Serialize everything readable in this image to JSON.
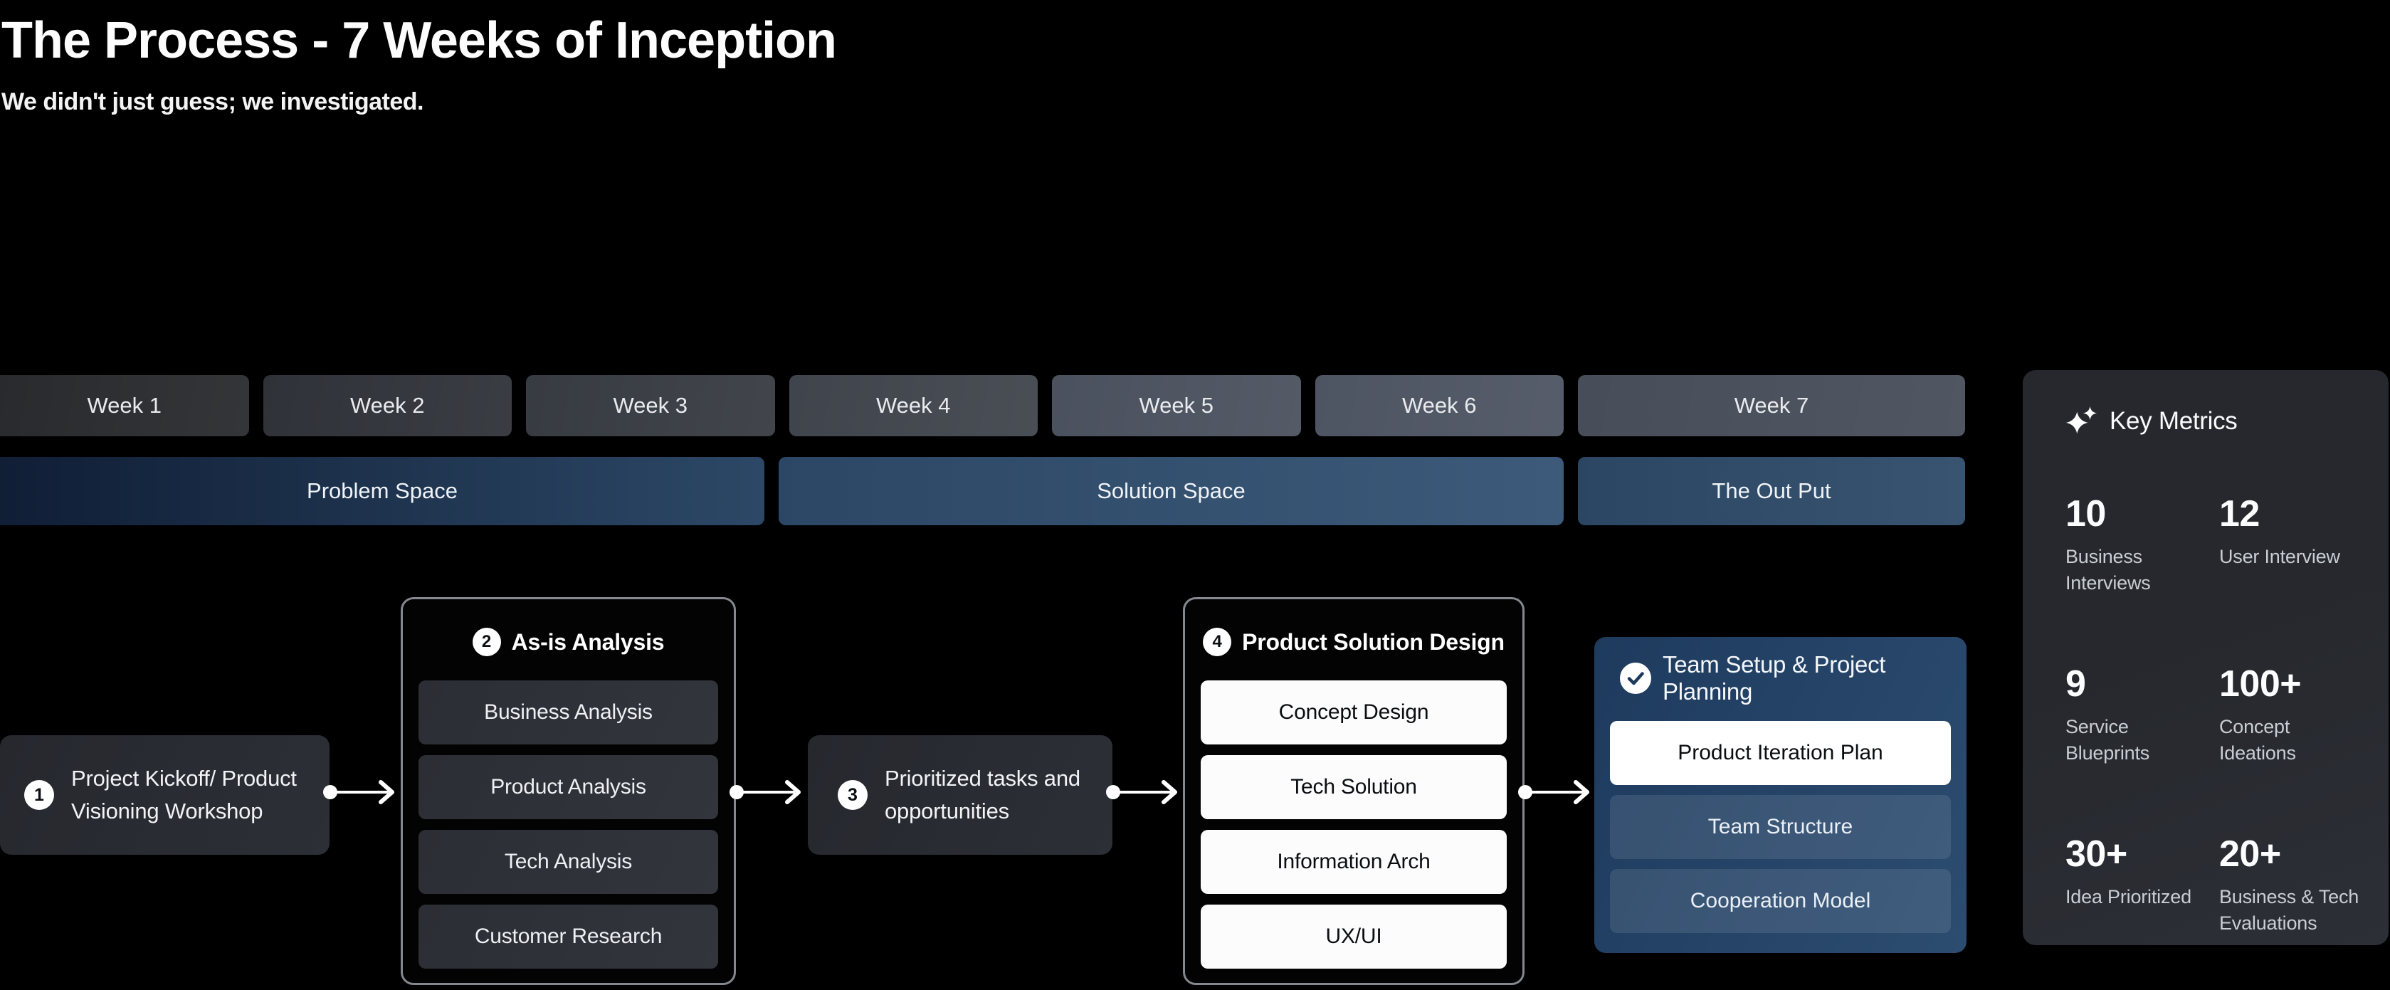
{
  "header": {
    "title": "The Process - 7 Weeks of Inception",
    "subtitle": "We didn't just guess; we investigated."
  },
  "timeline": {
    "weeks": [
      {
        "label": "Week 1",
        "color": "#242629"
      },
      {
        "label": "Week 2",
        "color": "#2b2e34"
      },
      {
        "label": "Week 3",
        "color": "#33373e"
      },
      {
        "label": "Week 4",
        "color": "#3c4149"
      },
      {
        "label": "Week 5",
        "color": "#474e5b"
      },
      {
        "label": "Week 6",
        "color": "#4a515f"
      },
      {
        "label": "Week 7",
        "color": "#434a56"
      }
    ],
    "phases": [
      {
        "label": "Problem Space",
        "color_from": "#101e36",
        "color_to": "#2c4866"
      },
      {
        "label": "Solution Space",
        "color_from": "#2c4765",
        "color_to": "#3d5a7a"
      },
      {
        "label": "The Out Put",
        "color_from": "#2b4663",
        "color_to": "#385470"
      }
    ]
  },
  "flow": {
    "steps": [
      {
        "type": "card",
        "number": "1",
        "label": "Project Kickoff/ Product Visioning Workshop"
      },
      {
        "type": "group",
        "number": "2",
        "title": "As-is Analysis",
        "items": [
          "Business Analysis",
          "Product Analysis",
          "Tech Analysis",
          "Customer Research"
        ]
      },
      {
        "type": "card",
        "number": "3",
        "label": "Prioritized tasks and opportunities"
      },
      {
        "type": "group",
        "number": "4",
        "title": "Product Solution Design",
        "items": [
          "Concept Design",
          "Tech Solution",
          "Information Arch",
          "UX/UI"
        ]
      },
      {
        "type": "panel",
        "title": "Team Setup & Project Planning",
        "items": [
          {
            "label": "Product Iteration Plan",
            "highlight": true
          },
          {
            "label": "Team Structure",
            "highlight": false
          },
          {
            "label": "Cooperation Model",
            "highlight": false
          }
        ]
      }
    ]
  },
  "key_metrics": {
    "title": "Key Metrics",
    "metrics": [
      {
        "value": "10",
        "label": "Business Interviews"
      },
      {
        "value": "12",
        "label": "User Interview"
      },
      {
        "value": "9",
        "label": "Service Blueprints"
      },
      {
        "value": "100+",
        "label": "Concept Ideations"
      },
      {
        "value": "30+",
        "label": "Idea Prioritized"
      },
      {
        "value": "20+",
        "label": "Business & Tech Evaluations"
      }
    ]
  },
  "colors": {
    "background": "#000000",
    "accent_navy": "#2c4c70",
    "card_grey": "#2b2e34",
    "border_grey": "#84888f",
    "text_primary": "#ffffff",
    "text_secondary": "#c9cdd4"
  }
}
